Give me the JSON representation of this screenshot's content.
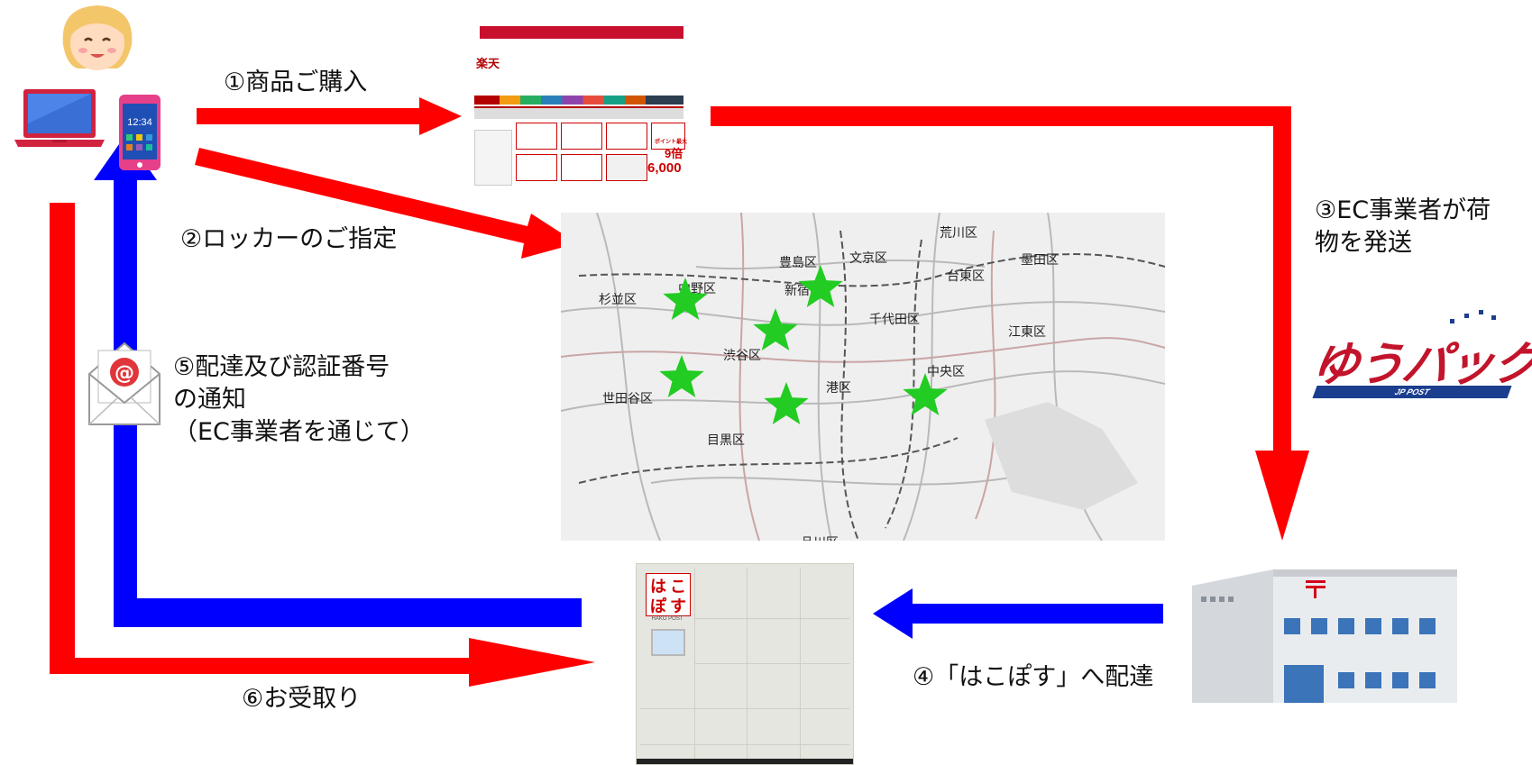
{
  "steps": {
    "step1": "①商品ご購入",
    "step2": "②ロッカーのご指定",
    "step3": "③EC事業者が荷\n物を発送",
    "step4": "④「はこぽす」へ配達",
    "step5": "⑤配達及び認証番号\nの通知\n（EC事業者を通じて）",
    "step6": "⑥お受取り"
  },
  "phone": {
    "time": "12:34"
  },
  "email_icon": {
    "symbol": "@"
  },
  "website": {
    "logo": "楽天",
    "big_number": "6,000",
    "point_text": "ポイント最大",
    "multiplier": "9倍"
  },
  "map": {
    "wards": [
      "荒川区",
      "豊島区",
      "文京区",
      "台東区",
      "墨田区",
      "中野区",
      "杉並区",
      "新宿区",
      "千代田区",
      "江東区",
      "渋谷区",
      "中央区",
      "港区",
      "世田谷区",
      "目黒区",
      "品川区"
    ],
    "locker_location_count": 6
  },
  "locker": {
    "logo_chars": [
      "は",
      "こ",
      "ぽ",
      "す"
    ],
    "logo_sub": "HAKO POST"
  },
  "yupack": {
    "name": "ゆうパック",
    "sub": "JP POST"
  },
  "colors": {
    "red_arrow": "#ff0000",
    "blue_arrow": "#0000ff",
    "star": "#22cc22",
    "yupack_red": "#c2142b",
    "jp_blue": "#1b3e8f"
  },
  "icons": [
    "woman-face-icon",
    "laptop-icon",
    "smartphone-icon",
    "email-envelope-icon",
    "website-screenshot",
    "tokyo-map",
    "locker-image",
    "yupack-logo",
    "post-office-building-icon"
  ]
}
